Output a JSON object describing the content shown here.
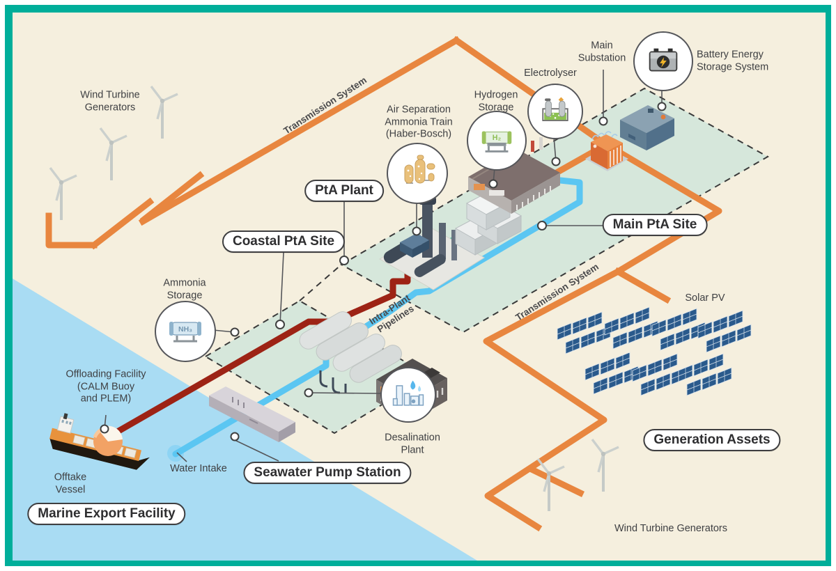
{
  "colors": {
    "frame": "#00AE9A",
    "land": "#F5EFDE",
    "water": "#A9DCF3",
    "site_area": "#D6E7DB",
    "transmission_line": "#E8863F",
    "ammonia_pipeline": "#9D2315",
    "water_pipeline": "#5BC6F2",
    "hydrogen_pipeline": "#55BFA3"
  },
  "labels": {
    "wind_turbines_top": "Wind Turbine\nGenerators",
    "transmission_left": "Transmission System",
    "transmission_right": "Transmission System",
    "air_separation": "Air Separation\nAmmonia Train\n(Haber-Bosch)",
    "hydrogen_storage": "Hydrogen\nStorage",
    "electrolyser": "Electrolyser",
    "main_substation": "Main\nSubstation",
    "battery": "Battery Energy\nStorage System",
    "ammonia_storage": "Ammonia\nStorage",
    "offloading": "Offloading Facility\n(CALM Buoy\nand PLEM)",
    "offtake_vessel": "Offtake\nVessel",
    "water_intake": "Water Intake",
    "desalination": "Desalination\nPlant",
    "intra_plant": "Intra-Plant\nPipelines",
    "solar_pv": "Solar PV",
    "wind_turbines_bottom": "Wind Turbine Generators"
  },
  "callouts": {
    "pta_plant": "PtA Plant",
    "coastal_site": "Coastal PtA Site",
    "main_site": "Main PtA Site",
    "seawater_pump": "Seawater Pump Station",
    "marine_export": "Marine Export Facility",
    "generation_assets": "Generation Assets"
  },
  "icon_texts": {
    "h2": "H₂",
    "nh3": "NH₃"
  }
}
